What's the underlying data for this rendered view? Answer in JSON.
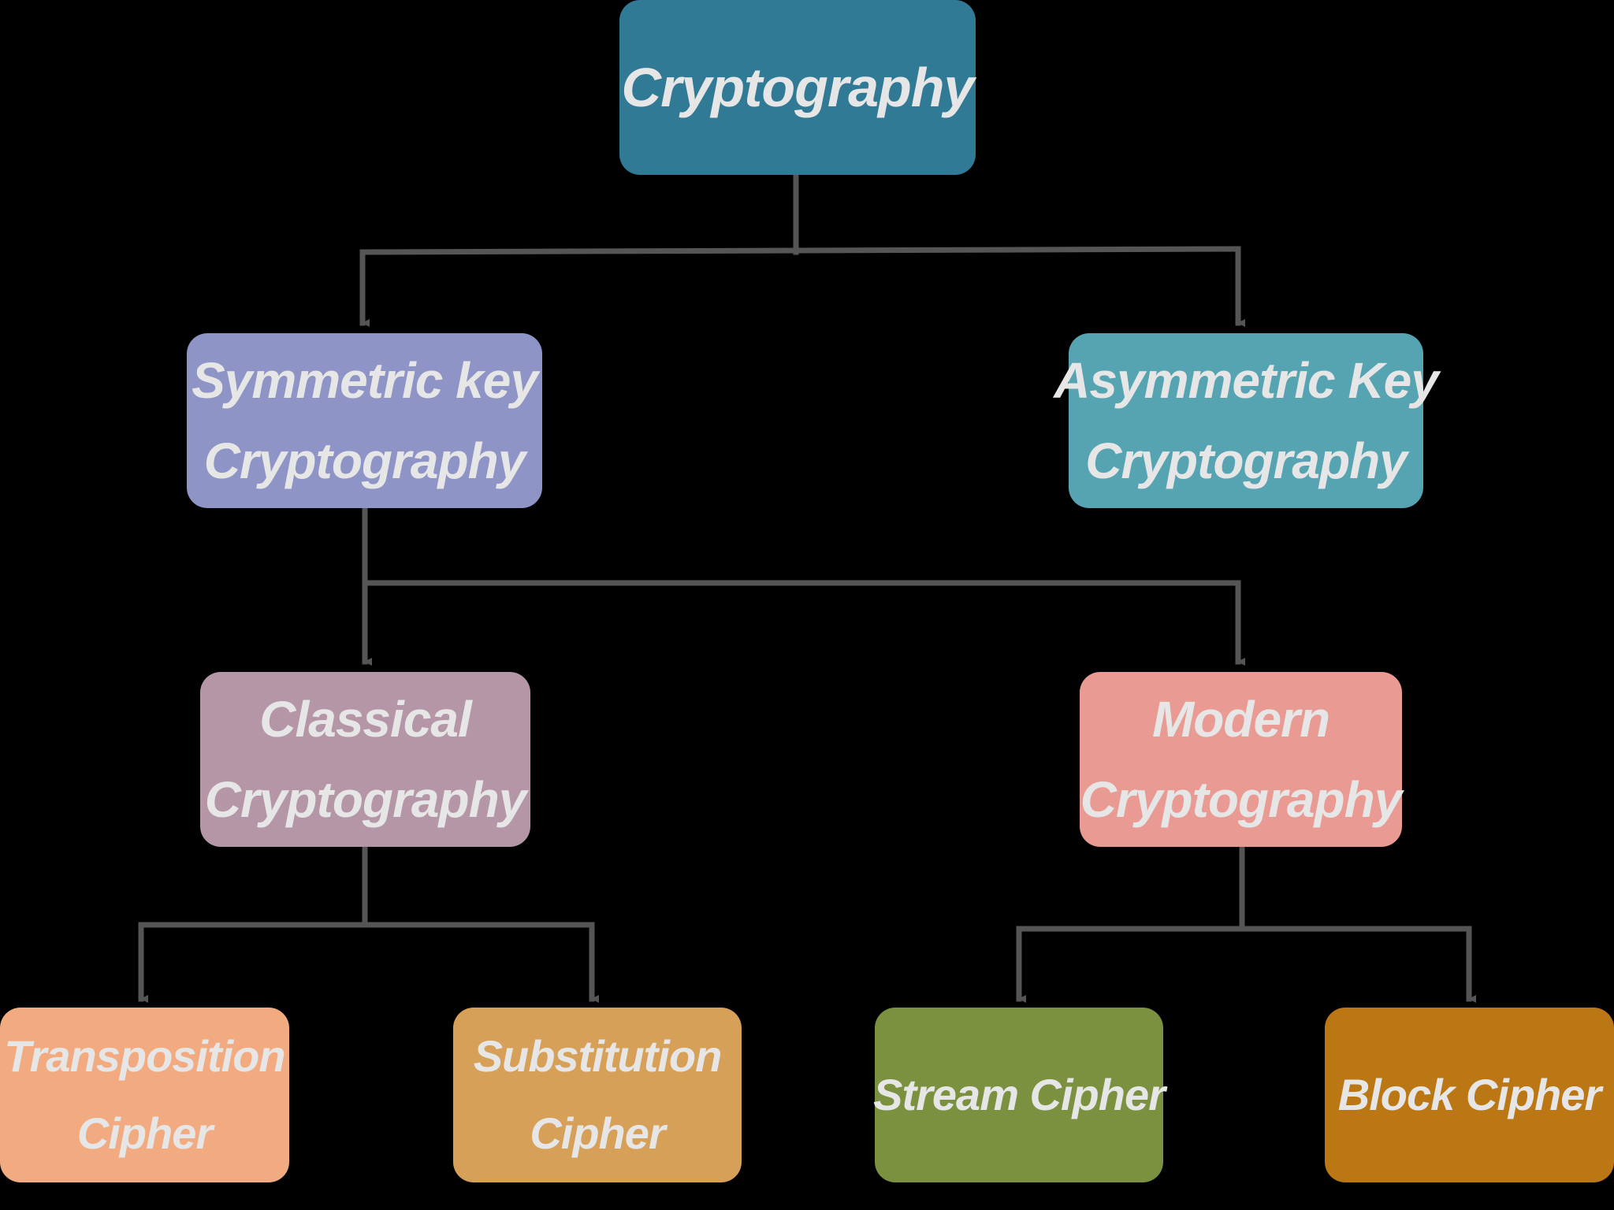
{
  "diagram": {
    "root": {
      "label_lines": [
        "Cryptography"
      ],
      "color": "#317a96"
    },
    "level1": [
      {
        "id": "symmetric",
        "label_lines": [
          "Symmetric key",
          "Cryptography"
        ],
        "color": "#8e95c6"
      },
      {
        "id": "asymmetric",
        "label_lines": [
          "Asymmetric Key",
          "Cryptography"
        ],
        "color": "#56a4b2"
      }
    ],
    "level2": [
      {
        "id": "classical",
        "parent": "symmetric",
        "label_lines": [
          "Classical",
          "Cryptography"
        ],
        "color": "#b596a6"
      },
      {
        "id": "modern",
        "parent": "symmetric",
        "label_lines": [
          "Modern",
          "Cryptography"
        ],
        "color": "#e89a93"
      }
    ],
    "level3": [
      {
        "id": "transposition",
        "parent": "classical",
        "label_lines": [
          "Transposition",
          "Cipher"
        ],
        "color": "#f2ab80"
      },
      {
        "id": "substitution",
        "parent": "classical",
        "label_lines": [
          "Substitution",
          "Cipher"
        ],
        "color": "#d7a058"
      },
      {
        "id": "stream",
        "parent": "modern",
        "label_lines": [
          "Stream Cipher"
        ],
        "color": "#7b913f"
      },
      {
        "id": "block",
        "parent": "modern",
        "label_lines": [
          "Block Cipher"
        ],
        "color": "#bb7714"
      }
    ],
    "connector_color": "#555555",
    "text_color": "#e6e6e6",
    "background_color": "#000000"
  }
}
